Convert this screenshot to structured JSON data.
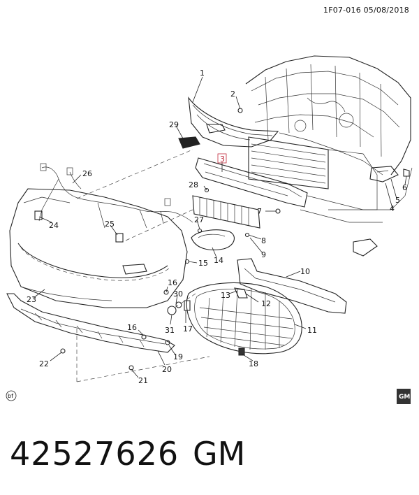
{
  "header": {
    "diagram_code": "1F07-016",
    "diagram_date": "05/08/2018"
  },
  "footer": {
    "part_number": "42527626",
    "brand": "GM"
  },
  "badges": {
    "bf_mark": "bf",
    "gm_logo_letters": "GM"
  },
  "callouts": [
    {
      "id": "1",
      "label": "1"
    },
    {
      "id": "2",
      "label": "2"
    },
    {
      "id": "3",
      "label": "3",
      "boxed": true
    },
    {
      "id": "4",
      "label": "4"
    },
    {
      "id": "5",
      "label": "5"
    },
    {
      "id": "6",
      "label": "6"
    },
    {
      "id": "7",
      "label": "7"
    },
    {
      "id": "8",
      "label": "8"
    },
    {
      "id": "9",
      "label": "9"
    },
    {
      "id": "10",
      "label": "10"
    },
    {
      "id": "11",
      "label": "11"
    },
    {
      "id": "12",
      "label": "12"
    },
    {
      "id": "13",
      "label": "13"
    },
    {
      "id": "14",
      "label": "14"
    },
    {
      "id": "15",
      "label": "15"
    },
    {
      "id": "16a",
      "label": "16"
    },
    {
      "id": "16b",
      "label": "16"
    },
    {
      "id": "17",
      "label": "17"
    },
    {
      "id": "18",
      "label": "18"
    },
    {
      "id": "19",
      "label": "19"
    },
    {
      "id": "20",
      "label": "20"
    },
    {
      "id": "21",
      "label": "21"
    },
    {
      "id": "22",
      "label": "22"
    },
    {
      "id": "23",
      "label": "23"
    },
    {
      "id": "24",
      "label": "24"
    },
    {
      "id": "25",
      "label": "25"
    },
    {
      "id": "26",
      "label": "26"
    },
    {
      "id": "27",
      "label": "27"
    },
    {
      "id": "28",
      "label": "28"
    },
    {
      "id": "29",
      "label": "29"
    },
    {
      "id": "30",
      "label": "30"
    },
    {
      "id": "31",
      "label": "31"
    }
  ]
}
